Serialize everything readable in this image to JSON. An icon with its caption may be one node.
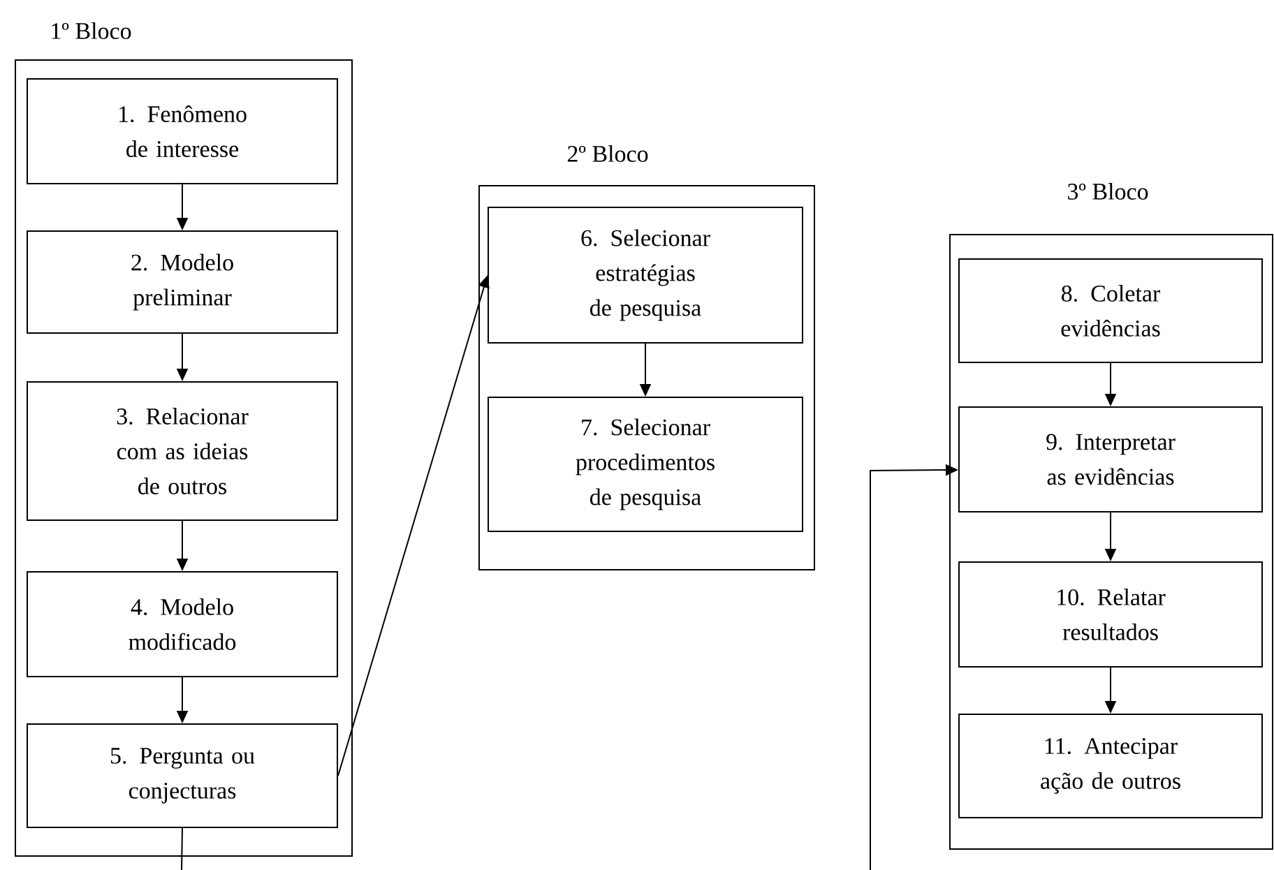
{
  "diagram": {
    "nodes": [
      {
        "text": [
          "1º Bloco"
        ]
      },
      {
        "text": [
          "1. Fenômeno de interesse"
        ],
        "in": 0
      },
      {
        "text": [
          "2. Modelo preliminar"
        ],
        "in": 0
      },
      {
        "text": [
          "3. Relacionar com as ideias de outros"
        ],
        "in": 0
      },
      {
        "text": [
          "4. Modelo modificado"
        ],
        "in": 0
      },
      {
        "text": [
          "5. Pergunta ou conjecturas"
        ],
        "in": 0
      },
      {
        "text": [
          "2º Bloco"
        ]
      },
      {
        "text": [
          "6. Selecionar estratégias de pesquisa"
        ],
        "in": 6
      },
      {
        "text": [
          "7. Selecionar procedimentos de pesquisa"
        ],
        "in": 6
      },
      {
        "text": [
          "3º Bloco"
        ]
      },
      {
        "text": [
          "8. Coletar evidências"
        ],
        "in": 9
      },
      {
        "text": [
          "9. Interpretar as evidências"
        ],
        "in": 9
      },
      {
        "text": [
          "10. Relatar resultados"
        ],
        "in": 9
      },
      {
        "text": [
          "11. Antecipar ação de outros"
        ],
        "in": 9
      }
    ],
    "edges": [
      {
        "from": 1,
        "to": 2,
        "arrow": "to"
      },
      {
        "from": 2,
        "to": 3,
        "arrow": "to"
      },
      {
        "from": 3,
        "to": 4,
        "arrow": "to"
      },
      {
        "from": 4,
        "to": 5,
        "arrow": "to"
      },
      {
        "from": 5,
        "to": 7,
        "arrow": "to"
      },
      {
        "from": 7,
        "to": 8,
        "arrow": "to"
      },
      {
        "from": 10,
        "to": 11,
        "arrow": "to"
      },
      {
        "from": 11,
        "to": 12,
        "arrow": "to"
      },
      {
        "from": 12,
        "to": 13,
        "arrow": "to"
      },
      {
        "from": 5,
        "to": null,
        "arrow": "none"
      },
      {
        "from": null,
        "to": 11,
        "arrow": "to"
      }
    ]
  }
}
